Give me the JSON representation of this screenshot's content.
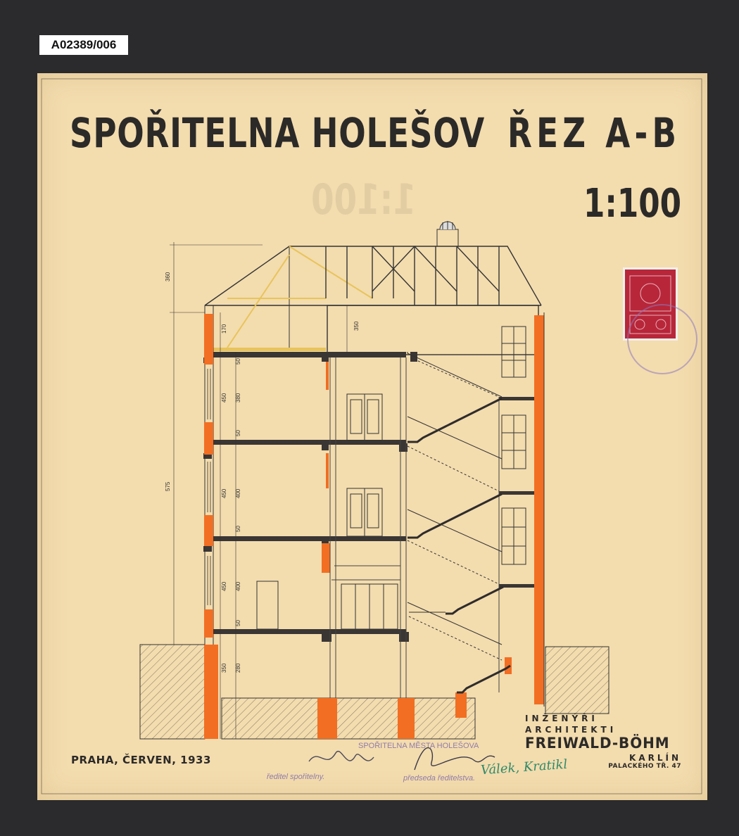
{
  "archive_id": "A02389/006",
  "title": "SPOŘITELNA HOLEŠOV",
  "section": "ŘEZ A-B",
  "scale": "1:100",
  "place_date": "PRAHA, ČERVEN, 1933",
  "firm": {
    "line1": "INŽENÝŘI",
    "line2": "ARCHITEKTI",
    "name": "FREIWALD-BÖHM",
    "city": "KARLÍN",
    "address": "PALACKÉHO TŘ. 47"
  },
  "stamps": {
    "institution": "SPOŘITELNA MĚSTA HOLEŠOVA",
    "director": "ředitel spořitelny.",
    "chairman": "předseda ředitelstva."
  },
  "signature_note": "Válek, Kratikl",
  "dimensions": {
    "roof_height": "360",
    "roof_knee": "170",
    "total_height": "575",
    "stair_roof": "350",
    "floor_heights": [
      "450",
      "450",
      "450",
      "350"
    ],
    "clear_heights": [
      "380",
      "400",
      "400",
      "280"
    ],
    "slabs": [
      "50",
      "50",
      "50",
      "50"
    ]
  },
  "colors": {
    "paper": "#f3dcae",
    "ink": "#2c2a28",
    "wall_orange": "#f26e23",
    "stamp_red": "#b8263a",
    "background": "#2b2a2c"
  }
}
